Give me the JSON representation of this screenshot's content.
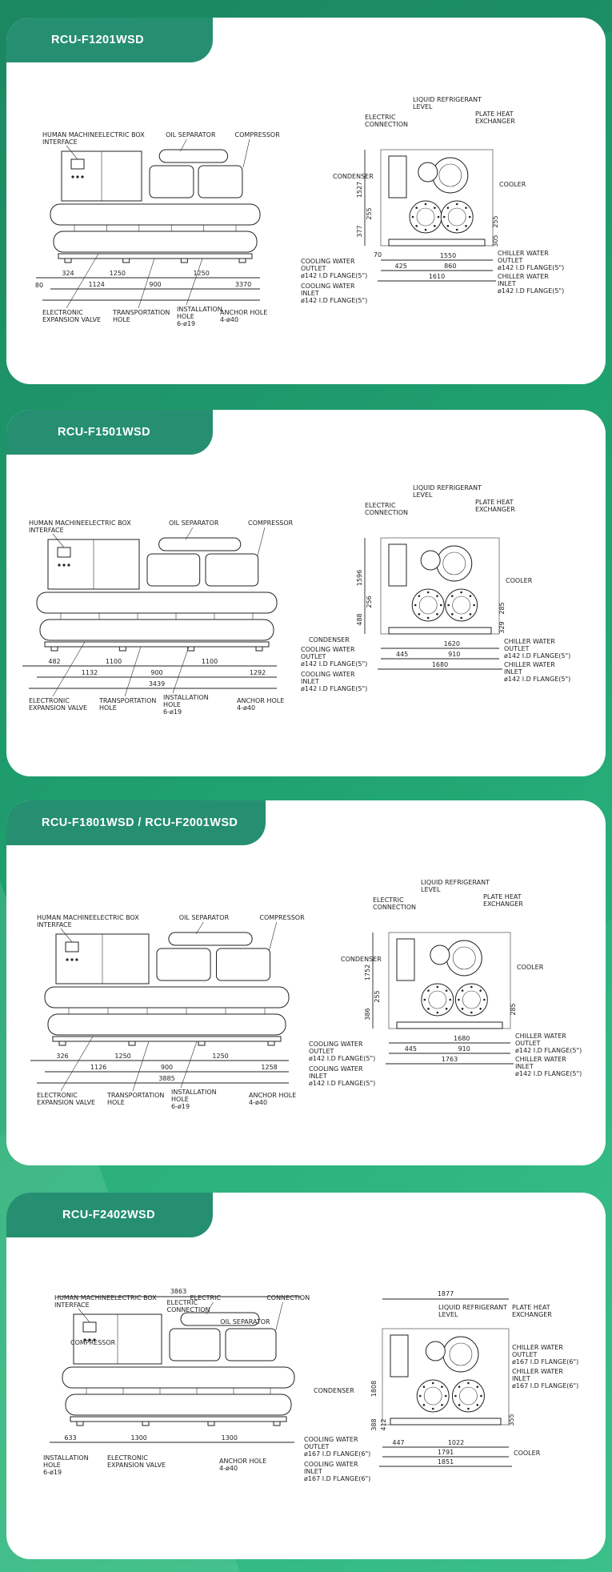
{
  "page": {
    "background_colors": [
      "#1c8a62",
      "#3cc08a"
    ],
    "card_color": "#ffffff",
    "tab_color": "#268f71"
  },
  "models": [
    {
      "title": "RCU-F1201WSD",
      "front": {
        "labels": [
          "HUMAN MACHINE",
          "INTERFACE",
          "ELECTRIC BOX",
          "OIL SEPARATOR",
          "COMPRESSOR",
          "ELECTRONIC",
          "EXPANSION VALVE",
          "TRANSPORTATION",
          "HOLE",
          "INSTALLATION",
          "HOLE",
          "6-ø19",
          "ANCHOR HOLE",
          "4-ø40"
        ],
        "dims": [
          "80",
          "324",
          "1250",
          "1250",
          "1124",
          "900",
          "3370"
        ]
      },
      "side": {
        "labels": [
          "LIQUID REFRIGERANT",
          "LEVEL",
          "ELECTRIC",
          "CONNECTION",
          "PLATE HEAT",
          "EXCHANGER",
          "CONDENSER",
          "COOLER",
          "COOLING WATER",
          "OUTLET",
          "ø142 I.D FLANGE(5\")",
          "COOLING WATER",
          "INLET",
          "ø142 I.D FLANGE(5\")",
          "CHILLER WATER",
          "OUTLET",
          "ø142 I.D FLANGE(5\")",
          "CHILLER WATER",
          "INLET",
          "ø142 I.D FLANGE(5\")"
        ],
        "dims": [
          "1527",
          "255",
          "377",
          "255",
          "305",
          "70",
          "1550",
          "425",
          "860",
          "1610"
        ]
      }
    },
    {
      "title": "RCU-F1501WSD",
      "front": {
        "labels": [
          "HUMAN MACHINE",
          "INTERFACE",
          "ELECTRIC BOX",
          "OIL SEPARATOR",
          "COMPRESSOR",
          "ELECTRONIC",
          "EXPANSION VALVE",
          "TRANSPORTATION",
          "HOLE",
          "INSTALLATION",
          "HOLE",
          "6-ø19",
          "ANCHOR HOLE",
          "4-ø40"
        ],
        "dims": [
          "482",
          "1100",
          "1100",
          "1132",
          "900",
          "1292",
          "3439"
        ]
      },
      "side": {
        "labels": [
          "LIQUID REFRIGERANT",
          "LEVEL",
          "ELECTRIC",
          "CONNECTION",
          "PLATE HEAT",
          "EXCHANGER",
          "COOLER",
          "CONDENSER",
          "COOLING WATER",
          "OUTLET",
          "ø142 I.D FLANGE(5\")",
          "COOLING WATER",
          "INLET",
          "ø142 I.D FLANGE(5\")",
          "CHILLER WATER",
          "OUTLET",
          "ø142 I.D FLANGE(5\")",
          "CHILLER WATER",
          "INLET",
          "ø142 I.D FLANGE(5\")"
        ],
        "dims": [
          "1596",
          "256",
          "488",
          "285",
          "329",
          "1620",
          "445",
          "910",
          "1680"
        ]
      }
    },
    {
      "title": "RCU-F1801WSD / RCU-F2001WSD",
      "front": {
        "labels": [
          "HUMAN MACHINE",
          "INTERFACE",
          "ELECTRIC BOX",
          "OIL SEPARATOR",
          "COMPRESSOR",
          "ELECTRONIC",
          "EXPANSION VALVE",
          "TRANSPORTATION",
          "HOLE",
          "INSTALLATION",
          "HOLE",
          "6-ø19",
          "ANCHOR HOLE",
          "4-ø40"
        ],
        "dims": [
          "326",
          "1250",
          "1250",
          "1126",
          "900",
          "1258",
          "3885"
        ]
      },
      "side": {
        "labels": [
          "LIQUID REFRIGERANT",
          "LEVEL",
          "ELECTRIC",
          "CONNECTION",
          "PLATE HEAT",
          "EXCHANGER",
          "CONDENSER",
          "COOLER",
          "COOLING WATER",
          "OUTLET",
          "ø142 I.D FLANGE(5\")",
          "COOLING WATER",
          "INLET",
          "ø142 I.D FLANGE(5\")",
          "CHILLER WATER",
          "OUTLET",
          "ø142 I.D FLANGE(5\")",
          "CHILLER WATER",
          "INLET",
          "ø142 I.D FLANGE(5\")"
        ],
        "dims": [
          "1752",
          "255",
          "386",
          "285",
          "1680",
          "445",
          "910",
          "1763"
        ]
      }
    },
    {
      "title": "RCU-F2402WSD",
      "front": {
        "labels": [
          "HUMAN MACHINE",
          "INTERFACE",
          "ELECTRIC BOX",
          "ELECTRIC",
          "CONNECTION",
          "COMPRESSOR",
          "OIL SEPARATOR",
          "INSTALLATION",
          "HOLE",
          "6-ø19",
          "ELECTRONIC",
          "EXPANSION VALVE",
          "ANCHOR HOLE",
          "4-ø40"
        ],
        "dims": [
          "3863",
          "633",
          "1300",
          "1300"
        ]
      },
      "side": {
        "labels": [
          "LIQUID REFRIGERANT",
          "LEVEL",
          "PLATE HEAT",
          "EXCHANGER",
          "CHILLER WATER",
          "OUTLET",
          "ø167 I.D FLANGE(6\")",
          "CHILLER WATER",
          "INLET",
          "ø167 I.D FLANGE(6\")",
          "CONDENSER",
          "COOLING WATER",
          "OUTLET",
          "ø167 I.D FLANGE(6\")",
          "COOLING WATER",
          "INLET",
          "ø167 I.D FLANGE(6\")",
          "COOLER"
        ],
        "dims": [
          "1877",
          "1808",
          "388",
          "412",
          "355",
          "447",
          "1022",
          "1791",
          "1851"
        ]
      }
    }
  ]
}
